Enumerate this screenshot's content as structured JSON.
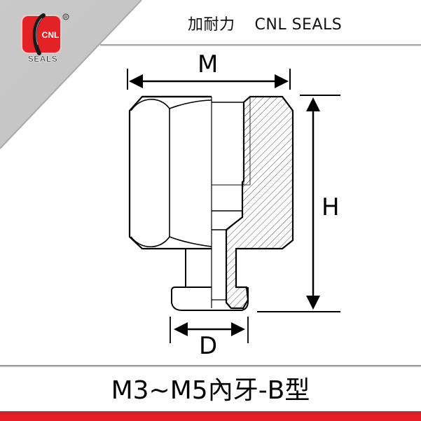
{
  "header": {
    "brand_chinese": "加耐力",
    "brand_english": "CNL SEALS"
  },
  "logo": {
    "mark_text": "CNL",
    "word_text": "SEALS",
    "registered": "®",
    "color": "#e32228"
  },
  "drawing": {
    "dimensions": {
      "M": "M",
      "H": "H",
      "D": "D"
    },
    "hatch_color": "#555555",
    "line_color": "#000000"
  },
  "footer": {
    "title": "M3~M5內牙-B型",
    "bar_color": "#e81c24"
  }
}
